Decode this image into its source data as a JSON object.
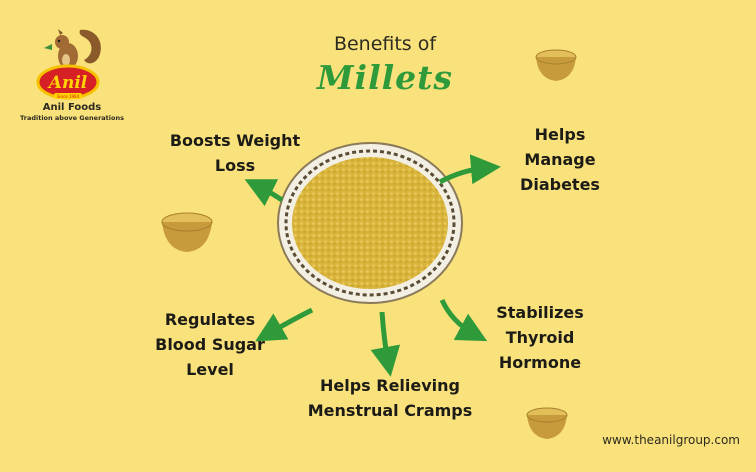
{
  "logo": {
    "brand_text": "Anil",
    "since_text": "Since 1984",
    "name": "Anil Foods",
    "tagline": "Tradition above Generations"
  },
  "title": {
    "line1": "Benefits of",
    "line2": "Millets"
  },
  "benefits": [
    {
      "lines": [
        "Boosts Weight",
        "Loss"
      ]
    },
    {
      "lines": [
        "Helps",
        "Manage",
        "Diabetes"
      ]
    },
    {
      "lines": [
        "Regulates",
        "Blood Sugar",
        "Level"
      ]
    },
    {
      "lines": [
        "Stabilizes",
        "Thyroid",
        "Hormone"
      ]
    },
    {
      "lines": [
        "Helps Relieving",
        "Menstrual Cramps"
      ]
    }
  ],
  "footer": {
    "website": "www.theanilgroup.com"
  },
  "colors": {
    "background": "#f9e27c",
    "arrow_green": "#2f9a3a",
    "title_green": "#2f9a3a",
    "millet_yellow": "#d9b53c",
    "bowl_brown": "#c79a3c"
  },
  "icons": [
    "squirrel-logo-icon",
    "millet-bowl-icon",
    "green-arrow-icon"
  ]
}
